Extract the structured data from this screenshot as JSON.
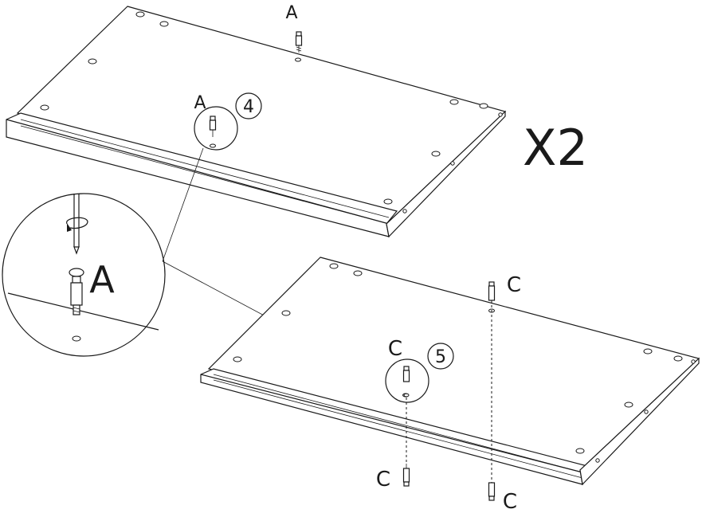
{
  "figure": {
    "multiplier": "X2",
    "steps": [
      {
        "number": "4",
        "part_label": "A"
      },
      {
        "number": "5",
        "part_label": "C"
      }
    ],
    "detail_label": "A",
    "fastener_labels": {
      "top_panel": "A",
      "bottom_right_top": "C",
      "bottom_left_under": "C",
      "bottom_right_under": "C"
    }
  }
}
